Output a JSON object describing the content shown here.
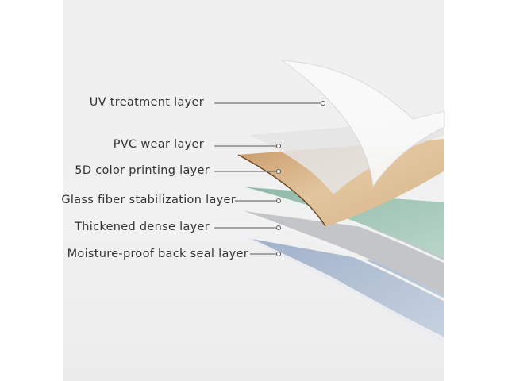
{
  "layers": [
    {
      "label": "UV treatment layer",
      "color": "#f4f4f4"
    },
    {
      "label": "PVC wear layer",
      "color": "#e2e2e2"
    },
    {
      "label": "5D color printing layer",
      "color": "#d9b98f"
    },
    {
      "label": "Glass fiber stabilization layer",
      "color": "#9fc2b3"
    },
    {
      "label": "Thickened dense layer",
      "color": "#c9cacc"
    },
    {
      "label": "Moisture-proof back seal layer",
      "color": "#a9b8cc"
    }
  ]
}
